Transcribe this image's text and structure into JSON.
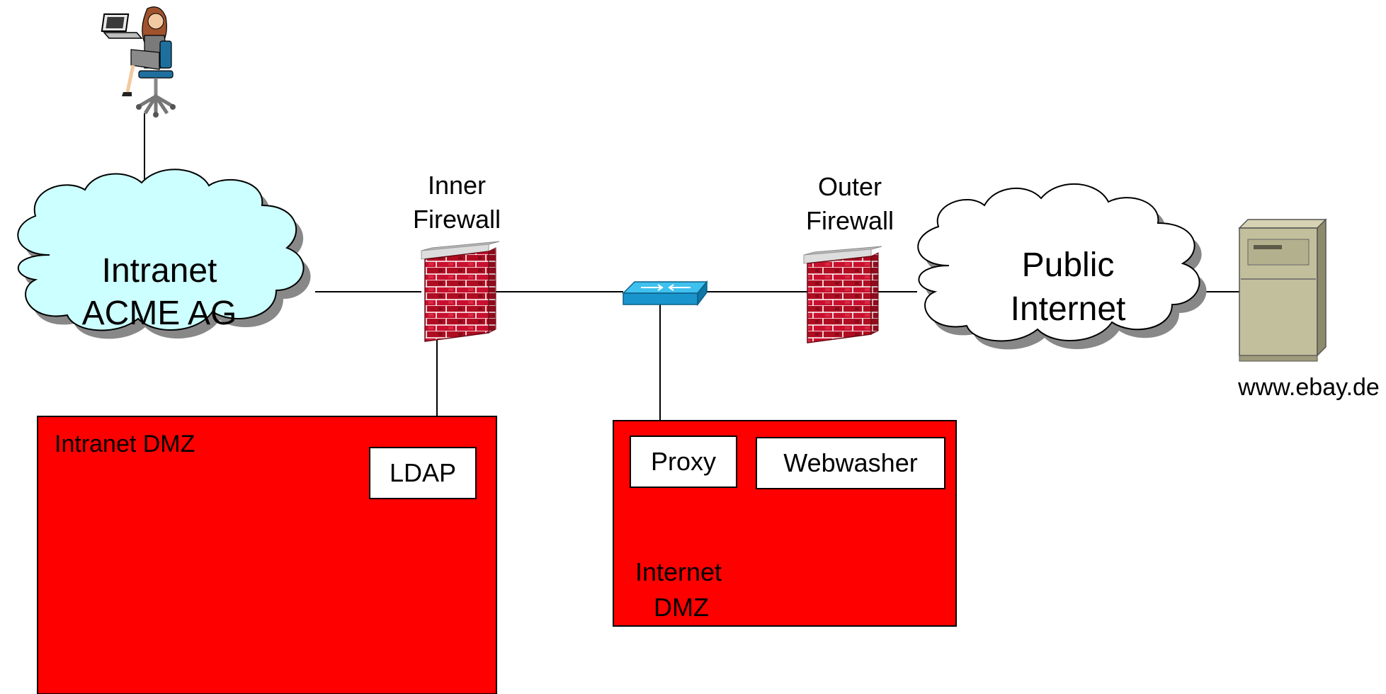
{
  "intranet_cloud": {
    "line1": "Intranet",
    "line2": "ACME AG"
  },
  "inner_firewall": {
    "line1": "Inner",
    "line2": "Firewall"
  },
  "outer_firewall": {
    "line1": "Outer",
    "line2": "Firewall"
  },
  "internet_cloud": {
    "line1": "Public",
    "line2": "Internet"
  },
  "server": {
    "label": "www.ebay.de"
  },
  "intranet_dmz": {
    "label": "Intranet DMZ",
    "box_label": "LDAP"
  },
  "internet_dmz": {
    "line1": "Internet",
    "line2": "DMZ",
    "box1_label": "Proxy",
    "box2_label": "Webwasher"
  },
  "colors": {
    "dmz_red": "#ff0000",
    "cloud_cyan": "#ccffff",
    "brick_red": "#c8102e",
    "switch_blue": "#1aa3d9",
    "server_beige": "#c2bf9c"
  },
  "icons": [
    "laptop-user-icon",
    "brick-firewall-icon",
    "network-switch-icon",
    "server-tower-icon",
    "cloud-icon"
  ]
}
